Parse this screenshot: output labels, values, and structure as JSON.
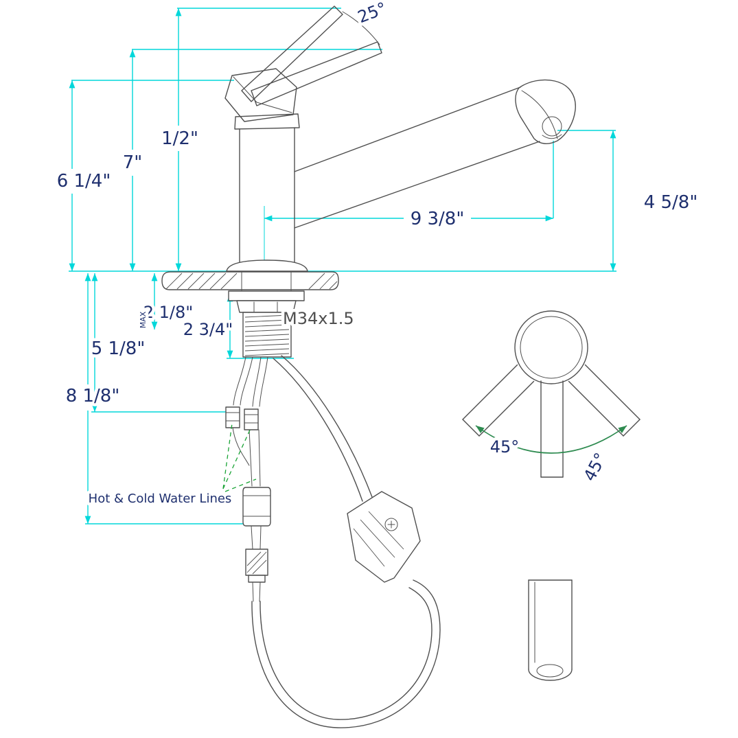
{
  "colors": {
    "dimension": "#00d7da",
    "label": "#1e2f6e",
    "drawing": "#4f4f4f",
    "pointer": "#19a335",
    "swing_arc": "#2e8b50"
  },
  "labels": {
    "angle_25": "25°",
    "half_inch": "1/2\"",
    "seven_inch": "7\"",
    "six_one_quarter": "6 1/4\"",
    "nine_three_eighths": "9 3/8\"",
    "four_five_eighths": "4 5/8\"",
    "two_one_eighth": "2 1/8\"",
    "max": "MAX",
    "two_three_quarters": "2 3/4\"",
    "five_one_eighth": "5 1/8\"",
    "eight_one_eighth": "8 1/8\"",
    "thread_spec": "M34x1.5",
    "water_lines": "Hot & Cold Water Lines",
    "angle_45_left": "45°",
    "angle_45_right": "45°"
  }
}
